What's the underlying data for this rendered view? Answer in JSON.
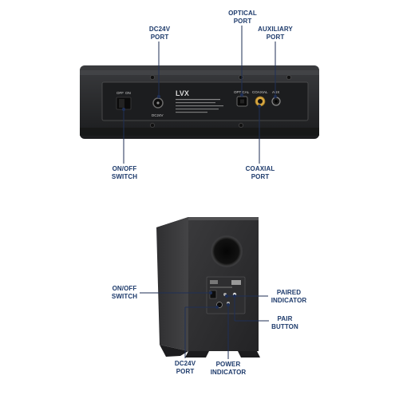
{
  "soundbar": {
    "callouts": {
      "optical": "OPTICAL\nPORT",
      "dc24v": "DC24V\nPORT",
      "auxiliary": "AUXILIARY\nPORT",
      "on_off": "ON/OFF\nSWITCH",
      "coaxial": "COAXIAL\nPORT"
    },
    "panel_labels": {
      "off": "OFF",
      "on": "ON",
      "dc": "DC24V",
      "optical": "OPTICAL",
      "coaxial": "COAXIAL",
      "aux": "AUX",
      "brand": "LVX"
    }
  },
  "subwoofer": {
    "callouts": {
      "on_off": "ON/OFF\nSWITCH",
      "paired_indicator": "PAIRED\nINDICATOR",
      "pair_button": "PAIR\nBUTTON",
      "dc24v": "DC24V\nPORT",
      "power_indicator": "POWER\nINDICATOR"
    }
  },
  "colors": {
    "callout_text": "#1d3a6b",
    "leader_line": "#1f2f55",
    "device_body": "#2b2b2d"
  }
}
